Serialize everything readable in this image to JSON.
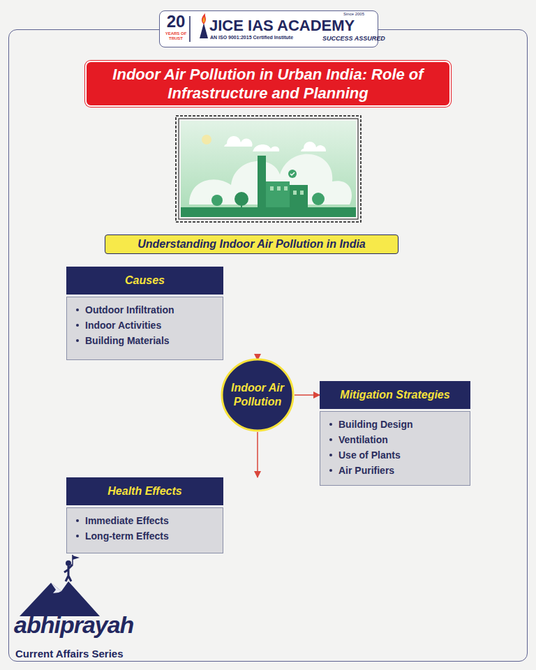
{
  "diagram": {
    "title": "Indoor Air Pollution in Urban India: Role of Infrastructure and Planning",
    "nodes": [
      {
        "text": [
          "Understanding Indoor Air Pollution in India"
        ]
      },
      {
        "text": [
          "Causes",
          "Outdoor Infiltration",
          "Indoor Activities",
          "Building Materials"
        ]
      },
      {
        "text": [
          "Indoor Air Pollution"
        ]
      },
      {
        "text": [
          "Mitigation Strategies",
          "Building Design",
          "Ventilation",
          "Use of Plants",
          "Air Purifiers"
        ]
      },
      {
        "text": [
          "Health Effects",
          "Immediate Effects",
          "Long-term Effects"
        ]
      }
    ],
    "edges": [
      {
        "from": 2,
        "to": 1,
        "arrow": "to"
      },
      {
        "from": 2,
        "to": 3,
        "arrow": "to"
      },
      {
        "from": 2,
        "to": 4,
        "arrow": "to"
      }
    ],
    "labels": [
      "20",
      "YEARS OF TRUST",
      "JICE IAS ACADEMY",
      "AN ISO 9001:2015 Certified Institute",
      "Since 2005",
      "SUCCESS ASSURED",
      "abhiprayah",
      "Current Affairs Series"
    ]
  }
}
